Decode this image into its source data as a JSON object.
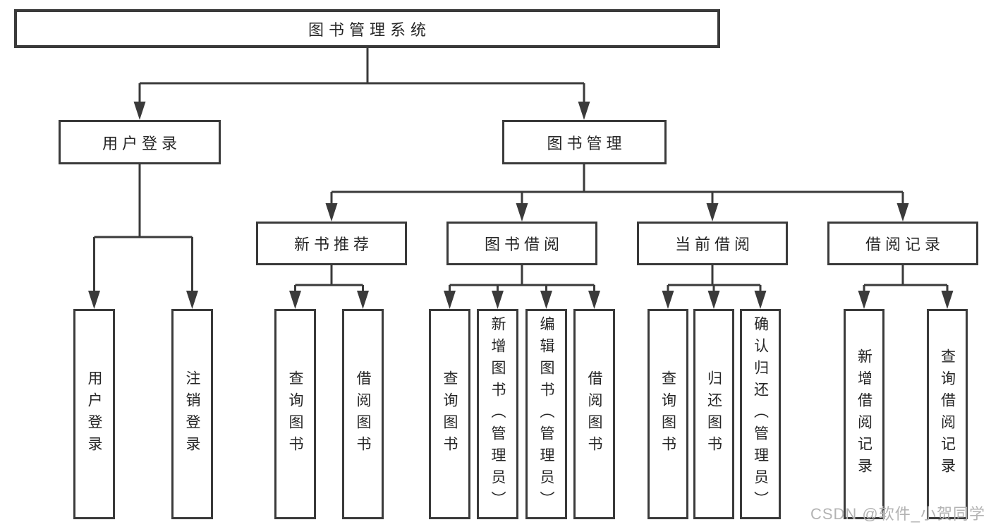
{
  "diagram": {
    "type": "hierarchy-tree",
    "colors": {
      "background": "#ffffff",
      "line": "#3a3a3a",
      "box_border": "#3a3a3a",
      "text": "#262626",
      "watermark": "#b3b3b3"
    },
    "tree": {
      "label": "图书管理系统",
      "children": [
        {
          "label": "用户登录",
          "children": [
            {
              "label": "用户登录"
            },
            {
              "label": "注销登录"
            }
          ]
        },
        {
          "label": "图书管理",
          "children": [
            {
              "label": "新书推荐",
              "children": [
                {
                  "label": "查询图书"
                },
                {
                  "label": "借阅图书"
                }
              ]
            },
            {
              "label": "图书借阅",
              "children": [
                {
                  "label": "查询图书"
                },
                {
                  "label": "新增图书（管理员）"
                },
                {
                  "label": "编辑图书（管理员）"
                },
                {
                  "label": "借阅图书"
                }
              ]
            },
            {
              "label": "当前借阅",
              "children": [
                {
                  "label": "查询图书"
                },
                {
                  "label": "归还图书"
                },
                {
                  "label": "确认归还（管理员）"
                }
              ]
            },
            {
              "label": "借阅记录",
              "children": [
                {
                  "label": "新增借阅记录"
                },
                {
                  "label": "查询借阅记录"
                }
              ]
            }
          ]
        }
      ]
    },
    "watermark": {
      "text": "CSDN @软件_小贺同学"
    }
  }
}
